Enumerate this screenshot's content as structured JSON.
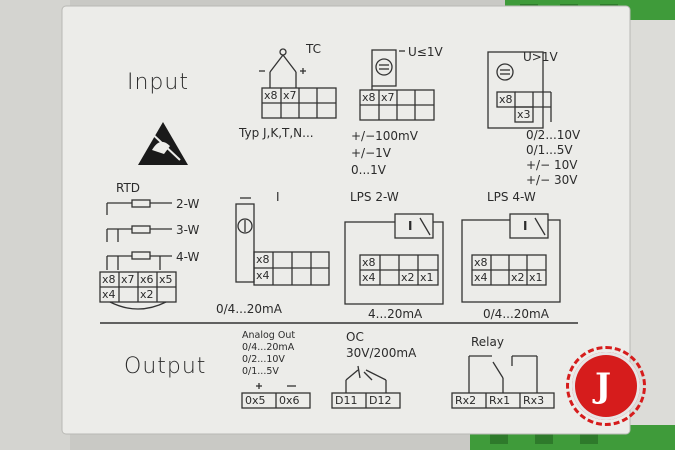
{
  "input": {
    "heading": "Input",
    "tc": {
      "label": "TC",
      "types": "Typ J,K,T,N...",
      "terms": [
        "x8",
        "x7",
        "",
        "",
        "",
        ""
      ]
    },
    "ulow": {
      "label": "U≤1V",
      "ranges": [
        "+/−100mV",
        "+/−1V",
        "0...1V"
      ],
      "terms": [
        "x8",
        "x7",
        "",
        "",
        "",
        ""
      ]
    },
    "uhigh": {
      "label": "U>1V",
      "terms_top": "x8",
      "terms_mid": "x3",
      "ranges": [
        "0/2...10V",
        "0/1...5V",
        "+/− 10V",
        "+/− 30V"
      ]
    },
    "rtd": {
      "label": "RTD",
      "wires": [
        "2-W",
        "3-W",
        "4-W"
      ],
      "terms_top": [
        "x8",
        "x7",
        "x6",
        "x5"
      ],
      "terms_bot": [
        "x4",
        "",
        "x2",
        ""
      ]
    },
    "current": {
      "label": "I",
      "range": "0/4...20mA",
      "terms_top": "x8",
      "terms_bot": "x4"
    },
    "lps2": {
      "label": "LPS 2-W",
      "range": "4...20mA",
      "terms_top": "x8",
      "terms_bot": [
        "x4",
        "x2",
        "x1"
      ],
      "box": "I"
    },
    "lps4": {
      "label": "LPS 4-W",
      "range": "0/4...20mA",
      "terms_top": "x8",
      "terms_bot": [
        "x4",
        "x2",
        "x1"
      ],
      "box": "I"
    }
  },
  "output": {
    "heading": "Output",
    "analog": {
      "title": "Analog Out",
      "ranges": [
        "0/4...20mA",
        "0/2...10V",
        "0/1...5V"
      ],
      "terms": [
        "0x5",
        "0x6"
      ]
    },
    "oc": {
      "title": "OC",
      "spec": "30V/200mA",
      "terms": [
        "D11",
        "D12"
      ]
    },
    "relay": {
      "title": "Relay",
      "terms": [
        "Rx2",
        "Rx1",
        "Rx3"
      ]
    }
  },
  "logo": {
    "letter": "J"
  },
  "colors": {
    "panel": "#e9e9e6",
    "ink": "#2b2b2b",
    "housing": "#cfcfcb",
    "logo": "#d61c1c",
    "green": "#3f9b3a"
  }
}
